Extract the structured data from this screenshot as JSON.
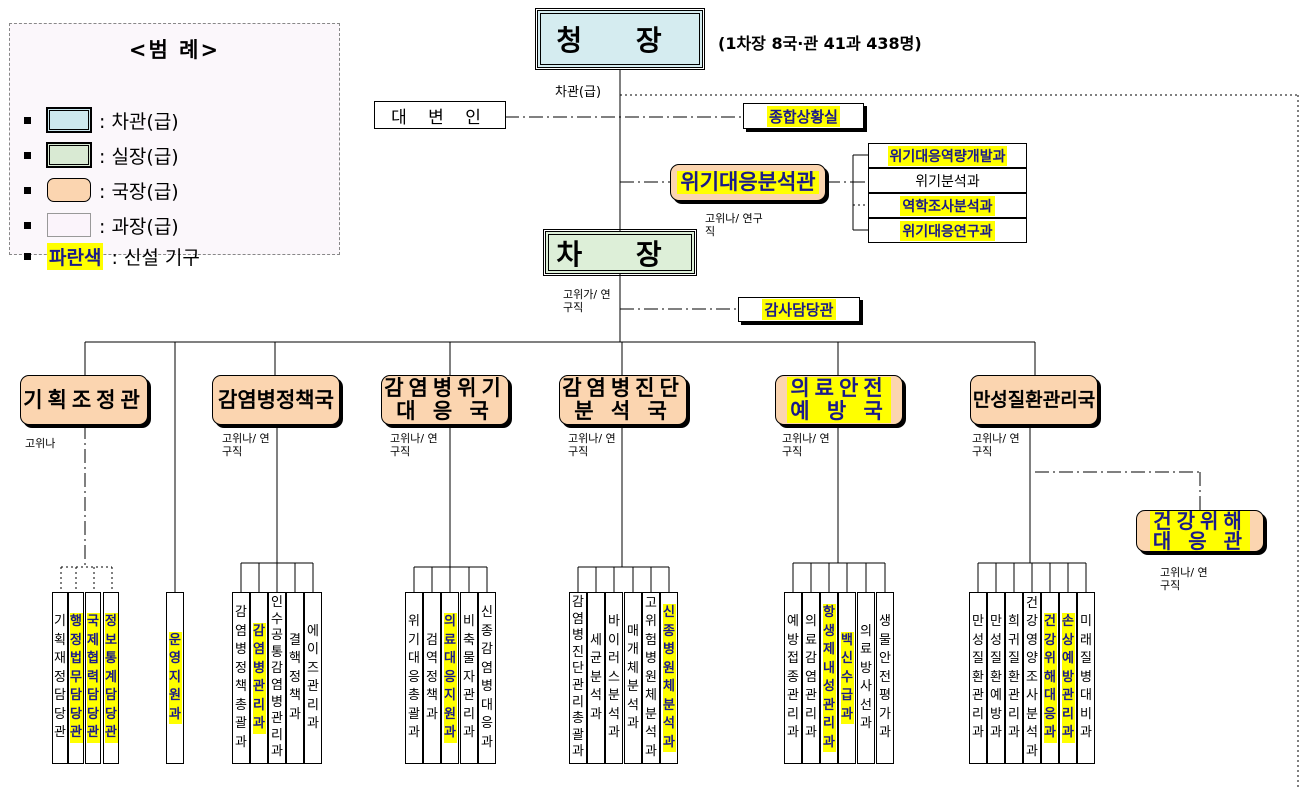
{
  "legend": {
    "title": "<범 례>",
    "items": [
      {
        "label": ": 차관(급)"
      },
      {
        "label": ": 실장(급)"
      },
      {
        "label": ": 국장(급)"
      },
      {
        "label": ": 과장(급)"
      }
    ],
    "new_org_highlight": "파란색",
    "new_org_label": ": 신설 기구"
  },
  "head": {
    "title": "청 장",
    "summary": "(1차장 8국·관 41과 438명)",
    "rank_note": "차관(급)"
  },
  "spokesperson": "대 변 인",
  "situation_room": "종합상황실",
  "crisis_office": {
    "name": "위기대응분석관",
    "note": "고위나/ 연구직",
    "divisions": [
      "위기대응역량개발과",
      "위기분석과",
      "역학조사분석과",
      "위기대응연구과"
    ]
  },
  "vice": {
    "title": "차 장",
    "note": "고위가/ 연구직"
  },
  "audit": "감사담당관",
  "bureaus": [
    {
      "name": "기획조정관",
      "note": "고위나",
      "new": false
    },
    {
      "name": "감염병정책국",
      "note": "고위나/ 연구직",
      "new": false
    },
    {
      "line1": "감염병위기",
      "line2": "대 응 국",
      "note": "고위나/ 연구직",
      "new": false
    },
    {
      "line1": "감염병진단",
      "line2": "분 석 국",
      "note": "고위나/ 연구직",
      "new": false
    },
    {
      "line1": "의료안전",
      "line2": "예 방 국",
      "note": "고위나/ 연구직",
      "new": true
    },
    {
      "name": "만성질환관리국",
      "note": "고위나/ 연구직",
      "new": false
    }
  ],
  "health_response": {
    "line1": "건강위해",
    "line2": "대 응 관",
    "note": "고위나/ 연구직"
  },
  "operations_support": "운영지원과",
  "divisions": {
    "planning": [
      "기획재정담당관",
      "행정법무담당관",
      "국제협력담당관",
      "정보통계담당관"
    ],
    "policy": [
      "감염병정책총괄과",
      "감염병관리과",
      "인수공통감염병관리과",
      "결핵정책과",
      "에이즈관리과"
    ],
    "crisis": [
      "위기대응총괄과",
      "검역정책과",
      "의료대응지원과",
      "비축물자관리과",
      "신종감염병대응과"
    ],
    "diagnosis": [
      "감염병진단관리총괄과",
      "세균분석과",
      "바이러스분석과",
      "매개체분석과",
      "고위험병원체분석과",
      "신종병원체분석과"
    ],
    "safety": [
      "예방접종관리과",
      "의료감염관리과",
      "항생제내성관리과",
      "백신수급과",
      "의료방사선과",
      "생물안전평가과"
    ],
    "chronic": [
      "만성질환관리과",
      "만성질환예방과",
      "희귀질환관리과",
      "건강영양조사분석과",
      "건강위해대응과",
      "손상예방관리과",
      "미래질병대비과"
    ]
  },
  "new_flags": {
    "planning": [
      false,
      true,
      true,
      true
    ],
    "policy": [
      false,
      true,
      false,
      false,
      false
    ],
    "crisis": [
      false,
      false,
      true,
      false,
      false
    ],
    "diagnosis": [
      false,
      false,
      false,
      false,
      false,
      true
    ],
    "safety": [
      false,
      false,
      true,
      true,
      false,
      false
    ],
    "chronic": [
      false,
      false,
      false,
      false,
      true,
      true,
      false
    ]
  },
  "colors": {
    "new_highlight": "#ffff00",
    "new_text": "#1a1a8a",
    "chief": "#d5ecf0",
    "room": "#ddefd8",
    "bureau": "#fbd5b0"
  }
}
